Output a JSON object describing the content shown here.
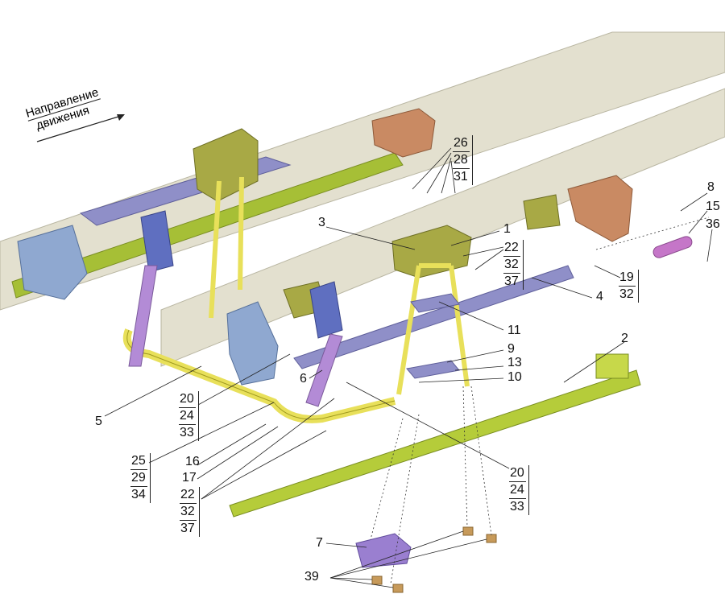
{
  "direction": {
    "line1": "Направление",
    "line2": "движения"
  },
  "labels": {
    "l1": "1",
    "l2": "2",
    "l3": "3",
    "l4": "4",
    "l5": "5",
    "l6": "6",
    "l7": "7",
    "l8": "8",
    "l9": "9",
    "l10": "10",
    "l11": "11",
    "l13": "13",
    "l15": "15",
    "l16": "16",
    "l17": "17",
    "l36": "36",
    "l39": "39"
  },
  "groups": {
    "g26": [
      "26",
      "28",
      "31"
    ],
    "g22a": [
      "22",
      "32",
      "37"
    ],
    "g19": [
      "19",
      "32"
    ],
    "g20a": [
      "20",
      "24",
      "33"
    ],
    "g25": [
      "25",
      "29",
      "34"
    ],
    "g22b": [
      "22",
      "32",
      "37"
    ],
    "g20b": [
      "20",
      "24",
      "33"
    ]
  },
  "colors": {
    "frame": "#e3e0cf",
    "spring_green": "#b5cc3a",
    "spring_purple": "#8f8fc8",
    "bracket_brown": "#c98a63",
    "bracket_blue": "#8fa8d0",
    "bracket_olive": "#a8a945",
    "stabilizer": "#e8e05a",
    "link_violet": "#b38bd6"
  }
}
